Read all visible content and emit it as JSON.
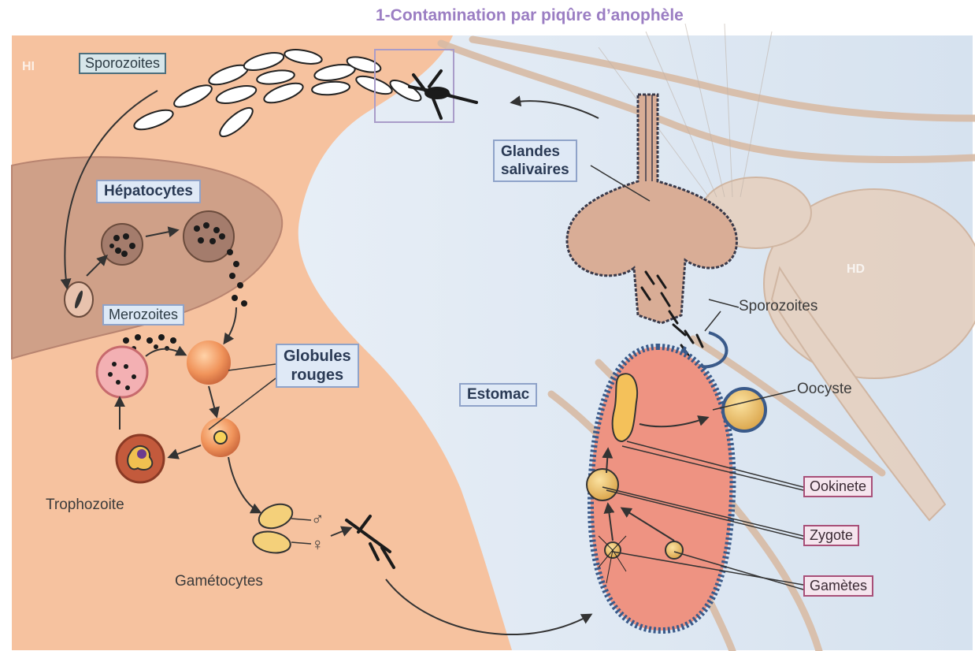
{
  "title": "1-Contamination par piqûre d’anophèle",
  "corners": {
    "left": "HI",
    "right": "HD"
  },
  "labels": {
    "sporozoites_top": "Sporozoites",
    "hepatocytes": "Hépatocytes",
    "merozoites": "Merozoites",
    "globules_rouges": "Globules\nrouges",
    "trophozoite": "Trophozoite",
    "gametocytes": "Gamétocytes",
    "glandes_salivaires": "Glandes\nsalivaires",
    "sporozoites_right": "Sporozoites",
    "estomac": "Estomac",
    "oocyste": "Oocyste",
    "ookinete": "Ookinete",
    "zygote": "Zygote",
    "gametes": "Gamètes"
  },
  "symbols": {
    "male": "♂",
    "female": "♀"
  },
  "colors": {
    "skin": "#f6c29f",
    "liver": "#c99b84",
    "sky": "#dbe6f2",
    "mosquito": "#dcc0aa",
    "stomach": "#ef9383",
    "title": "#9b7ec3"
  }
}
